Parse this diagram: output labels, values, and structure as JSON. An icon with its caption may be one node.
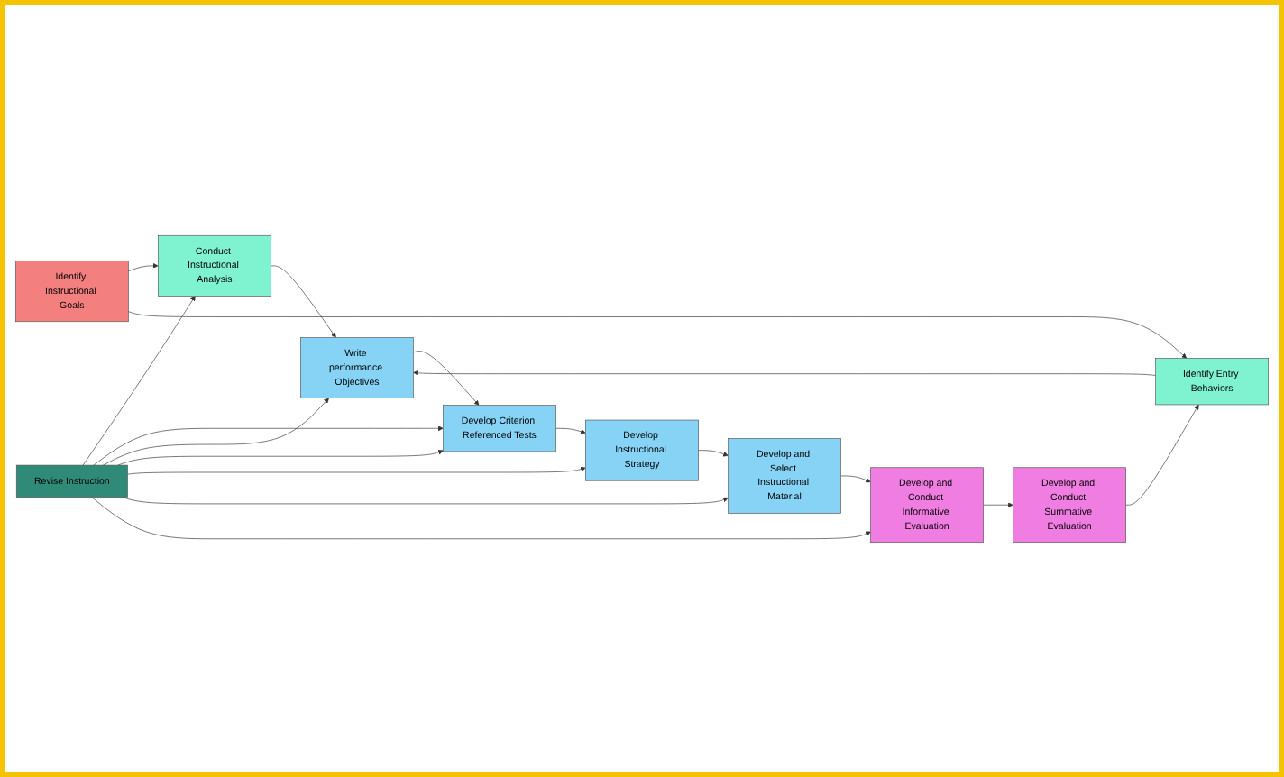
{
  "diagram": {
    "nodes": [
      {
        "text": [
          "Conduct Instructional Analysis"
        ]
      },
      {
        "text": [
          "Revise Instruction"
        ]
      },
      {
        "text": [
          "Identify Instructional Goals"
        ]
      },
      {
        "text": [
          "Write performance Objectives"
        ]
      },
      {
        "text": [
          "Develop Criterion Referenced Tests"
        ]
      },
      {
        "text": [
          "Develop Instructional Strategy"
        ]
      },
      {
        "text": [
          "Develop and Select Instructional Material"
        ]
      },
      {
        "text": [
          "Develop and Conduct Informative Evaluation"
        ]
      },
      {
        "text": [
          "Identify Entry Behaviors"
        ]
      },
      {
        "text": [
          "Develop and Conduct Summative Evaluation"
        ]
      }
    ],
    "edges": [
      {
        "from": 1,
        "to": 0,
        "arrow": "to"
      },
      {
        "from": 2,
        "to": 0,
        "arrow": "to"
      },
      {
        "from": 0,
        "to": 3,
        "arrow": "to"
      },
      {
        "from": 2,
        "to": 8,
        "arrow": "to"
      },
      {
        "from": 8,
        "to": 3,
        "arrow": "to"
      },
      {
        "from": 3,
        "to": 4,
        "arrow": "to"
      },
      {
        "from": 4,
        "to": 5,
        "arrow": "to"
      },
      {
        "from": 5,
        "to": 6,
        "arrow": "to"
      },
      {
        "from": 6,
        "to": 7,
        "arrow": "to"
      },
      {
        "from": 7,
        "to": 9,
        "arrow": "to"
      },
      {
        "from": 9,
        "to": 8,
        "arrow": "to"
      },
      {
        "from": 1,
        "to": 4,
        "arrow": "to"
      },
      {
        "from": 1,
        "to": 3,
        "arrow": "to"
      },
      {
        "from": 1,
        "to": 4,
        "arrow": "to"
      },
      {
        "from": 1,
        "to": 5,
        "arrow": "to"
      },
      {
        "from": 1,
        "to": 6,
        "arrow": "to"
      },
      {
        "from": 1,
        "to": 7,
        "arrow": "to"
      }
    ]
  }
}
